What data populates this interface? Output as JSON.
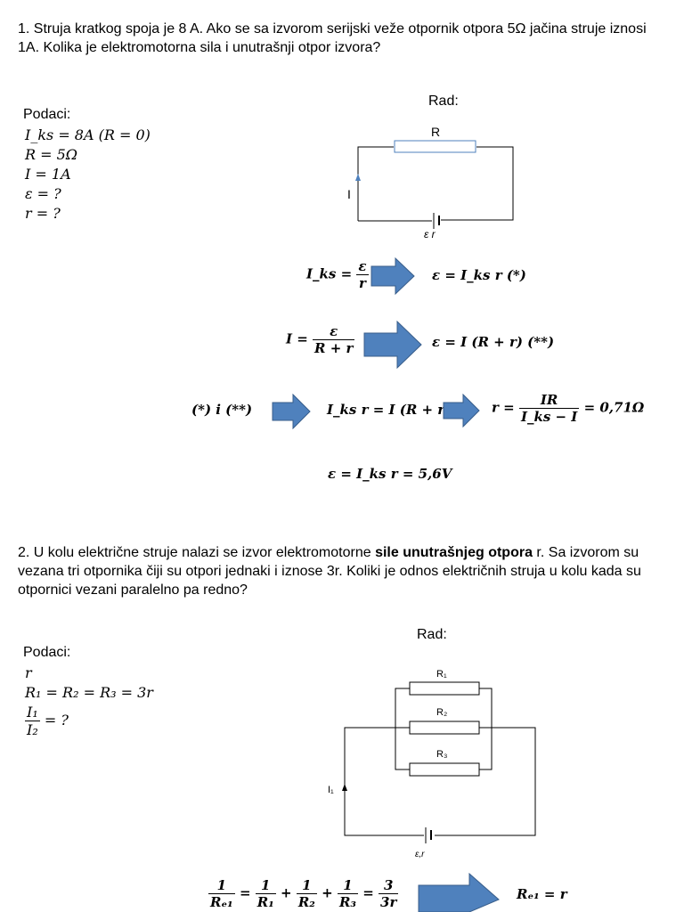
{
  "problem1": {
    "text": "1. Struja kratkog spoja je 8 A. Ako se sa izvorom serijski veže otpornik otpora 5Ω jačina struje iznosi 1A. Kolika je elektromotorna sila i unutrašnji otpor izvora?",
    "givens_label": "Podaci:",
    "givens": [
      "I_ks = 8A (R = 0)",
      "R = 5Ω",
      "I = 1A",
      "ε = ?",
      "r = ?"
    ],
    "work_label": "Rad:",
    "circuit": {
      "resistor": "R",
      "current": "I",
      "source": "ε  r"
    },
    "eq1_lhs_num": "ε",
    "eq1_lhs_den": "r",
    "eq1_lhs_pre": "I_ks =",
    "eq1_rhs": "ε = I_ks r (*)",
    "eq2_lhs_pre": "I =",
    "eq2_lhs_num": "ε",
    "eq2_lhs_den": "R + r",
    "eq2_rhs": "ε = I (R + r) (**)",
    "eq3_a": "(*) i (**)",
    "eq3_b": "I_ks r = I (R + r)",
    "eq3_c_pre": "r =",
    "eq3_c_num": "IR",
    "eq3_c_den": "I_ks − I",
    "eq3_c_post": "= 0,71Ω",
    "eq4": "ε = I_ks r = 5,6V"
  },
  "problem2": {
    "text_normal": "2. U kolu električne struje nalazi se izvor elektromotorne ",
    "text_bold": "sile unutrašnjeg otpora",
    "text_rest": " r. Sa izvorom su vezana tri otpornika čiji su otpori jednaki i iznose  3r. Koliki je odnos električnih struja u kolu kada su otpornici vezani paralelno pa redno?",
    "givens_label": "Podaci:",
    "givens": [
      "r",
      "R₁ = R₂ = R₃ = 3r"
    ],
    "ratio_num": "I₁",
    "ratio_den": "I₂",
    "ratio_post": " = ?",
    "work_label": "Rad:",
    "circuit": {
      "r1": "R₁",
      "r2": "R₂",
      "r3": "R₃",
      "current": "I₁",
      "source": "ε,r"
    },
    "eq1_parts": [
      "1",
      "Rₑ₁",
      "=",
      "1",
      "R₁",
      "+",
      "1",
      "R₂",
      "+",
      "1",
      "R₃",
      "=",
      "3",
      "3r"
    ],
    "eq1_rhs": "Rₑ₁ = r"
  },
  "colors": {
    "arrow": "#4f81bd",
    "arrow_border": "#385d8a",
    "resistor": "#4f81bd"
  }
}
